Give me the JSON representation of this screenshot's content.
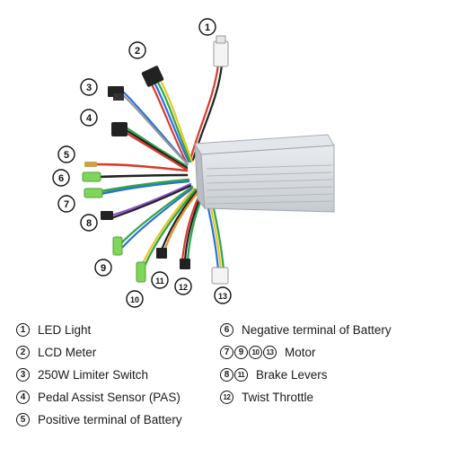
{
  "callouts": [
    "1",
    "2",
    "3",
    "4",
    "5",
    "6",
    "7",
    "8",
    "9",
    "10",
    "11",
    "12",
    "13"
  ],
  "legend": {
    "left": [
      {
        "nums": [
          "1"
        ],
        "label": "LED Light"
      },
      {
        "nums": [
          "2"
        ],
        "label": "LCD Meter"
      },
      {
        "nums": [
          "3"
        ],
        "label": "250W Limiter Switch"
      },
      {
        "nums": [
          "4"
        ],
        "label": "Pedal Assist Sensor (PAS)"
      },
      {
        "nums": [
          "5"
        ],
        "label": "Positive terminal of Battery"
      }
    ],
    "right": [
      {
        "nums": [
          "6"
        ],
        "label": "Negative terminal of Battery"
      },
      {
        "nums": [
          "7",
          "9",
          "10",
          "13"
        ],
        "label": "Motor"
      },
      {
        "nums": [
          "8",
          "11"
        ],
        "label": "Brake Levers"
      },
      {
        "nums": [
          "12"
        ],
        "label": "Twist Throttle"
      }
    ]
  },
  "colors": {
    "controller": "#d4d8dc",
    "connector_white": "#f2f2f2",
    "connector_black": "#222222",
    "connector_green": "#7fd65a",
    "wire_red": "#d83a2a",
    "wire_black": "#222222",
    "wire_blue": "#2d6fd8",
    "wire_green": "#2fa34a",
    "wire_yellow": "#e6c823",
    "wire_orange": "#e88a2a",
    "wire_purple": "#8a56c8",
    "wire_grey": "#999999",
    "wire_brown": "#8a4a2a"
  }
}
